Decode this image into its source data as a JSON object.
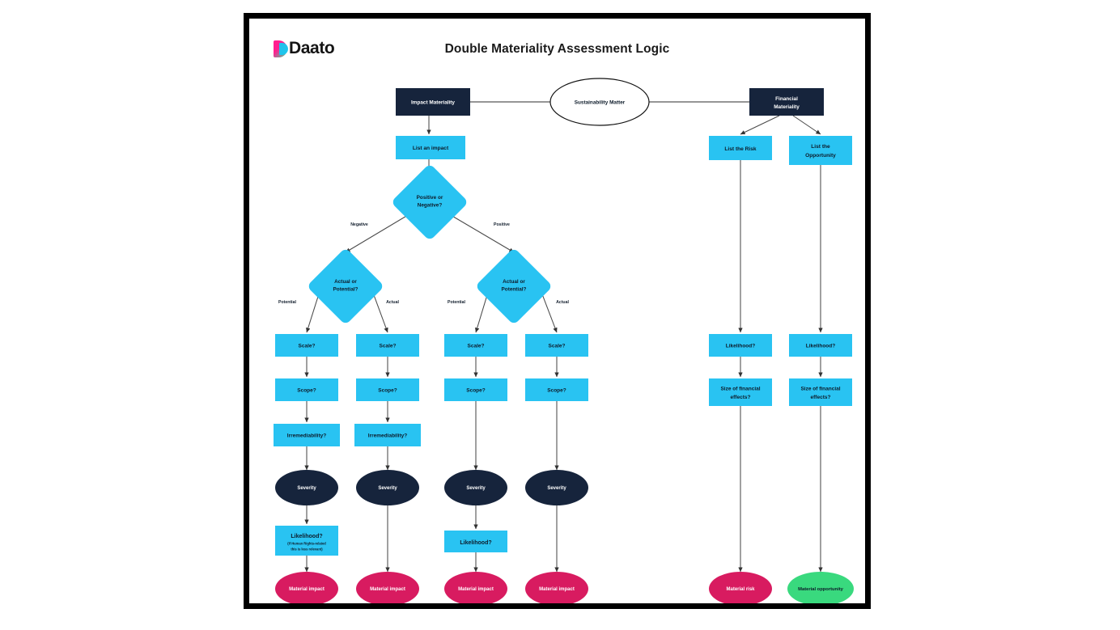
{
  "brand": {
    "logo_text": "Daato",
    "logo_icon": "daato-d-mark"
  },
  "header": {
    "title": "Double Materiality Assessment Logic"
  },
  "palette": {
    "navy": "#16243c",
    "cyan": "#29c3f2",
    "magenta": "#d81b60",
    "green": "#39d97e",
    "frame": "#000000",
    "edge": "#4a4a4a"
  },
  "diagram": {
    "type": "flowchart",
    "root": {
      "label": "Sustainability Matter",
      "shape": "ellipse",
      "fill": "white"
    },
    "branches": [
      {
        "label": "Impact Materiality",
        "shape": "rect",
        "fill": "navy"
      },
      {
        "label": "Financial Materiality",
        "shape": "rect",
        "fill": "navy"
      }
    ],
    "nodes": {
      "list_an_impact": "List an impact",
      "positive_or_negative": "Positive or Negative?",
      "actual_or_potential": "Actual or Potential?",
      "scale": "Scale?",
      "scope": "Scope?",
      "irremediability": "Irremediability?",
      "severity": "Severity",
      "likelihood": "Likelihood?",
      "likelihood_note_line1": "(if Human Rights-related",
      "likelihood_note_line2": "this is less relevant)",
      "material_impact": "Material impact",
      "list_the_risk": "List the Risk",
      "list_the_opportunity_line1": "List the",
      "list_the_opportunity_line2": "Opportunity",
      "financial_materiality_line1": "Financial",
      "financial_materiality_line2": "Materiality",
      "size_of_financial_effects_line1": "Size of financial",
      "size_of_financial_effects_line2": "effects?",
      "material_risk": "Material risk",
      "material_opportunity": "Material opportunity"
    },
    "edge_labels": {
      "negative": "Negative",
      "positive": "Positive",
      "potential": "Potential",
      "actual": "Actual"
    },
    "columns": [
      {
        "id": "neg-potential",
        "path": [
          "Scale?",
          "Scope?",
          "Irremediability?",
          "Severity",
          "Likelihood?",
          "Material impact"
        ],
        "branch": "Negative",
        "edge": "Potential"
      },
      {
        "id": "neg-actual",
        "path": [
          "Scale?",
          "Scope?",
          "Irremediability?",
          "Severity",
          "Material impact"
        ],
        "branch": "Negative",
        "edge": "Actual"
      },
      {
        "id": "pos-potential",
        "path": [
          "Scale?",
          "Scope?",
          "Severity",
          "Likelihood?",
          "Material impact"
        ],
        "branch": "Positive",
        "edge": "Potential"
      },
      {
        "id": "pos-actual",
        "path": [
          "Scale?",
          "Scope?",
          "Severity",
          "Material impact"
        ],
        "branch": "Positive",
        "edge": "Actual"
      },
      {
        "id": "fin-risk",
        "path": [
          "List the Risk",
          "Likelihood?",
          "Size of financial effects?",
          "Material risk"
        ],
        "branch": "Financial Materiality",
        "edge": ""
      },
      {
        "id": "fin-opportunity",
        "path": [
          "List the Opportunity",
          "Likelihood?",
          "Size of financial effects?",
          "Material opportunity"
        ],
        "branch": "Financial Materiality",
        "edge": ""
      }
    ]
  }
}
